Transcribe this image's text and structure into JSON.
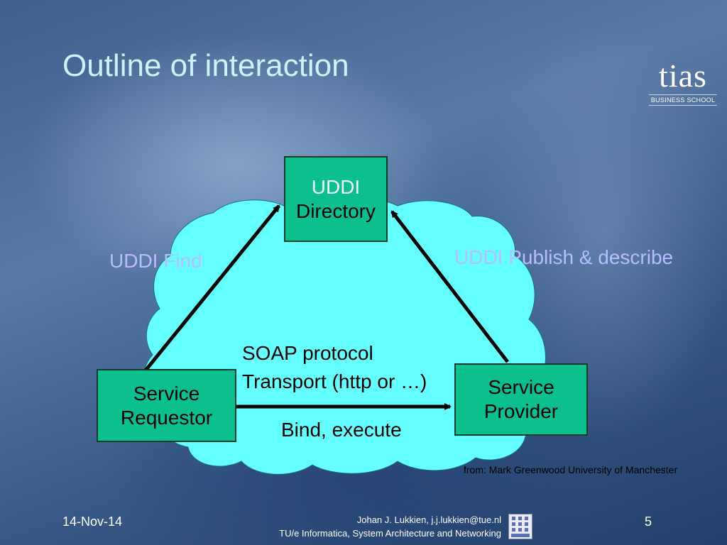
{
  "slide": {
    "title": "Outline of interaction"
  },
  "logo": {
    "word": "tias",
    "tagline": "BUSINESS SCHOOL",
    "icon": "tias-logo"
  },
  "diagram": {
    "nodes": {
      "uddi_directory": {
        "line1": "UDDI",
        "line2": "Directory"
      },
      "service_requestor": {
        "line1": "Service",
        "line2": "Requestor"
      },
      "service_provider": {
        "line1": "Service",
        "line2": "Provider"
      }
    },
    "edges": {
      "find": "UDDI Find",
      "publish": "UDDI Publish & describe",
      "soap_line1": "SOAP protocol",
      "soap_line2": "Transport (http or …)",
      "bind": "Bind, execute"
    },
    "colors": {
      "cloud": "#66ffff",
      "node_fill": "#0bbf8f",
      "edge_label": "#b9bcff",
      "title": "#c8f3ff"
    }
  },
  "credit": "from: Mark Greenwood University of Manchester",
  "footer": {
    "date": "14-Nov-14",
    "author_line": "Johan J. Lukkien, j.j.lukkien@tue.nl",
    "dept_line": "TU/e Informatica, System Architecture and Networking",
    "page_number": "5",
    "icon": "san-logo-icon"
  }
}
